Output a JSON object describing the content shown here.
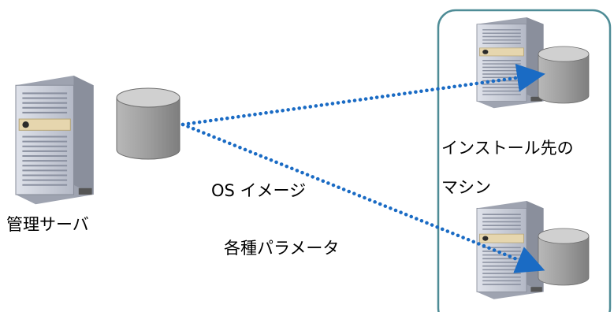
{
  "labels": {
    "management_server": "管理サーバ",
    "os_image": "OS イメージ",
    "parameters": "各種パラメータ",
    "target_line1": "インストール先の",
    "target_line2": "マシン"
  },
  "nodes": [
    {
      "id": "management-server",
      "type": "server",
      "label": "管理サーバ"
    },
    {
      "id": "management-disk",
      "type": "disk"
    },
    {
      "id": "target-server-1",
      "type": "server"
    },
    {
      "id": "target-disk-1",
      "type": "disk"
    },
    {
      "id": "target-server-2",
      "type": "server"
    },
    {
      "id": "target-disk-2",
      "type": "disk"
    }
  ],
  "edges": [
    {
      "from": "management-disk",
      "to": "target-disk-1",
      "style": "dotted-arrow"
    },
    {
      "from": "management-disk",
      "to": "target-disk-2",
      "style": "dotted-arrow",
      "labels": [
        "OS イメージ",
        "各種パラメータ"
      ]
    }
  ],
  "group": {
    "name": "target-machines",
    "label": "インストール先のマシン"
  },
  "colors": {
    "arrow": "#1a6bc4",
    "group_border": "#4e8c96",
    "server_body": "#c4c8d3",
    "server_bezel": "#e6d6ae",
    "disk_body": "#9a9a9a",
    "disk_top": "#d0d0d0"
  }
}
